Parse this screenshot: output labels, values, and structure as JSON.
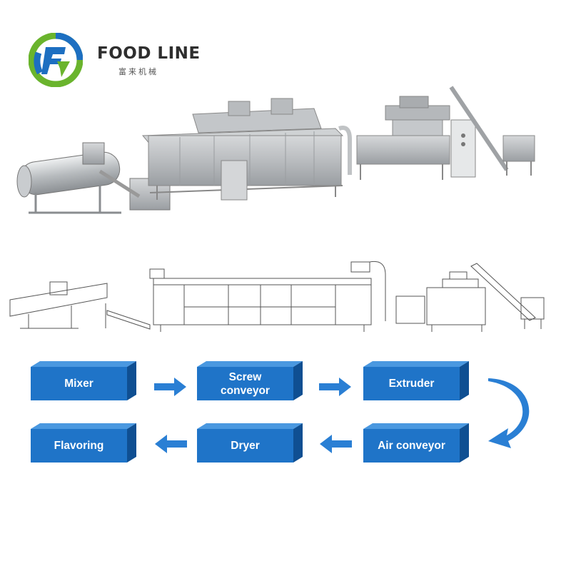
{
  "brand": {
    "name": "FOOD LINE",
    "subtitle": "富来机械",
    "colors": {
      "green": "#6ab42d",
      "blue": "#1d6fc1",
      "dark_text": "#2e2e2e"
    }
  },
  "images": {
    "machine_photo": "production line machinery photo",
    "line_drawing": "production line line drawing"
  },
  "process": {
    "steps": [
      {
        "label": "Mixer"
      },
      {
        "label": "Screw\nconveyor"
      },
      {
        "label": "Extruder"
      },
      {
        "label": "Air conveyor"
      },
      {
        "label": "Dryer"
      },
      {
        "label": "Flavoring"
      }
    ],
    "box_colors": {
      "front": "#1f74c8",
      "top": "#4a98e0",
      "side": "#0f4f92"
    },
    "arrow_color": "#2a7fd4"
  }
}
